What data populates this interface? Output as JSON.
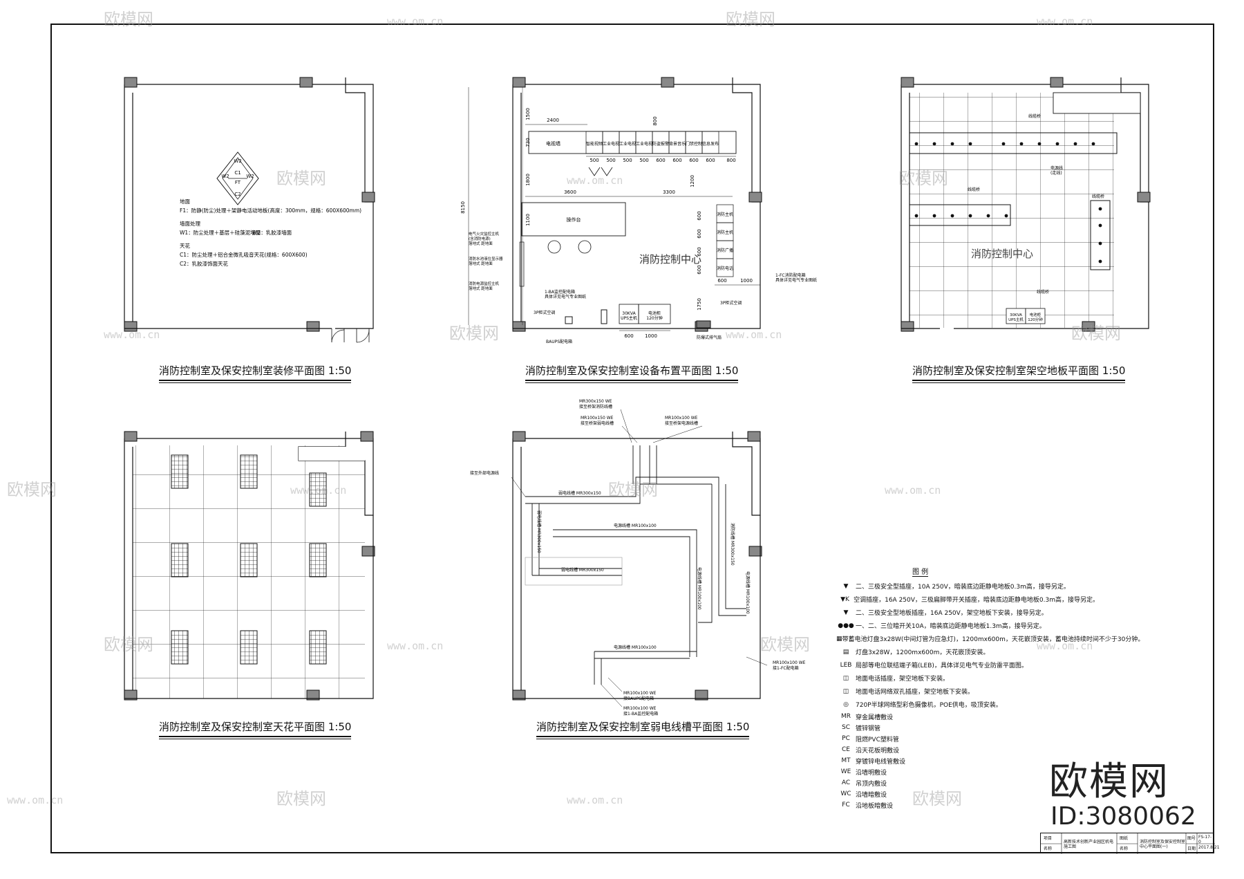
{
  "plan_titles": {
    "decoration": "消防控制室及保安控制室装修平面图  1:50",
    "equipment": "消防控制室及保安控制室设备布置平面图  1:50",
    "raised_floor": "消防控制室及保安控制室架空地板平面图  1:50",
    "ceiling": "消防控制室及保安控制室天花平面图  1:50",
    "weak_current": "消防控制室及保安控制室弱电线槽平面图  1:50"
  },
  "decoration_notes": {
    "floor_head": "地面",
    "floor_f1": "F1：防静(防尘)处理＋架静电活动地板(高度：300mm，规格：600X600mm)",
    "wall_head": "墙面处理",
    "wall_w1": "W1：防尘处理＋基层＋硅藻泥墙面",
    "wall_w2": "W2：乳胶漆墙面",
    "ceiling_head": "天花",
    "ceiling_c1": "C1：防尘处理＋铝合金微孔吸音天花(规格：600X600)",
    "ceiling_c2": "C2：乳胶漆饰面天花"
  },
  "compass": {
    "n": "C1",
    "c": "FT",
    "s": "C2",
    "w": "W2",
    "e": "W2",
    "nw": "W2",
    "ne": "W2"
  },
  "equipment": {
    "room_label": "消防控制中心",
    "tv_wall": "电视墙",
    "console": "操作台",
    "cabinets": [
      "智能视频",
      "工业电视",
      "工业电视",
      "工业电视",
      "防盗报警",
      "背景音乐",
      "门禁控制",
      "信息发布"
    ],
    "dims_top": [
      "500",
      "500",
      "500",
      "500",
      "600",
      "600",
      "600",
      "600",
      "800"
    ],
    "dim_2400": "2400",
    "dim_3600": "3600",
    "dim_3300": "3300",
    "dim_8150": "8150",
    "dim_1500": "1500",
    "dim_730": "730",
    "dim_1800": "1800",
    "dim_1100": "1100",
    "dim_800": "800",
    "dim_1200": "1200",
    "right_cabinets": [
      "消防主机",
      "消防主机",
      "消防广播",
      "消防电话"
    ],
    "right_dims": [
      "600",
      "600",
      "600",
      "600"
    ],
    "dim_600": "600",
    "dim_1000": "1000",
    "dim_1750": "1750",
    "left_panels": [
      "电气火灾监控主机\n(含消防电源)\n落地式 距地面",
      "消防水池液位显示器\n落地式 距地面",
      "消防电源监控主机\n落地式 距地面"
    ],
    "ups": "30KVA\nUPS主机",
    "battery": "电池柜\n120分钟",
    "label_1ba": "1-BA监控配电箱\n具体详见电气专业图纸",
    "label_1fc": "1-FC消防配电箱\n具体详见电气专业图纸",
    "label_3p_left": "3P柜式空调",
    "label_3p_right": "3P柜式空调",
    "label_baups": "BAUPS配电箱",
    "label_exhaust": "防爆式排气扇",
    "dims_bottom": [
      "600",
      "1000"
    ]
  },
  "raised_floor": {
    "room_label": "消防控制中心",
    "label_a": "线缆桥",
    "label_b": "线缆桥",
    "label_c": "线缆桥",
    "label_d": "电源线\n(走线)",
    "label_e": "线缆桥",
    "ups": "30KVA\nUPS主机",
    "battery": "电池柜\n120分钟"
  },
  "weak_current": {
    "top1": "MR300x150  WE",
    "top1b": "接至桥架消防线槽",
    "top2": "MR100x150  WE",
    "top2b": "接至桥架弱电线槽",
    "top3": "MR100x100  WE",
    "top3b": "接至桥架电源线槽",
    "left": "接至外部电源线",
    "tray1": "弱电线槽  MR300x150",
    "tray2": "电源线槽  MR100x100",
    "tray3": "弱电线槽  MR300x150",
    "tray4": "电源线槽  MR100x100",
    "vtray1": "弱电线槽  MR300x150",
    "vtray2": "消防线槽  MR300x150",
    "vtray3": "电源线槽  MR100x100",
    "vtray4": "电源线槽  MR100x100",
    "bottom1": "MR100x100  WE",
    "bottom1b": "接BAUPS配电箱",
    "bottom2": "MR100x100  WE",
    "bottom2b": "接1-BA监控配电箱",
    "right": "MR100x100  WE",
    "rightb": "接1-FC配电箱"
  },
  "legend": {
    "title": "图  例",
    "rows": [
      {
        "sym": "▼",
        "txt": "二、三极安全型插座，10A  250V，暗装底边距静电地板0.3m高，接导另定。"
      },
      {
        "sym": "▼K",
        "txt": "空调插座，16A  250V，三极扁脚带开关插座，暗装底边距静电地板0.3m高，接导另定。"
      },
      {
        "sym": "▼",
        "txt": "二、三极安全型地板插座，16A  250V，架空地板下安装，接导另定。"
      },
      {
        "sym": "●●●",
        "txt": "一、二、三位暗开关10A，暗装底边距静电地板1.3m高，接导另定。"
      },
      {
        "sym": "▦",
        "txt": "带蓄电池灯盘3x28W(中间灯管为应急灯)，1200mx600m，天花嵌顶安装，蓄电池持续时间不少于30分钟。"
      },
      {
        "sym": "▤",
        "txt": "灯盘3x28W，1200mx600m，天花嵌顶安装。"
      },
      {
        "sym": "LEB",
        "txt": "局部等电位联结端子箱(LEB)，具体详见电气专业防雷平面图。"
      },
      {
        "sym": "◫",
        "txt": "地面电话插座，架空地板下安装。"
      },
      {
        "sym": "◫",
        "txt": "地面电话网络双孔插座，架空地板下安装。"
      },
      {
        "sym": "◎",
        "txt": "720P半球网络型彩色摄像机，POE供电，吸顶安装。"
      },
      {
        "sym": "MR",
        "txt": "穿金属槽敷设"
      },
      {
        "sym": "SC",
        "txt": "镀锌钢管"
      },
      {
        "sym": "PC",
        "txt": "阻燃PVC塑料管"
      },
      {
        "sym": "CE",
        "txt": "沿天花板明敷设"
      },
      {
        "sym": "MT",
        "txt": "穿镀锌电线管敷设"
      },
      {
        "sym": "WE",
        "txt": "沿墙明敷设"
      },
      {
        "sym": "AC",
        "txt": "吊顶内敷设"
      },
      {
        "sym": "WC",
        "txt": "沿墙暗敷设"
      },
      {
        "sym": "FC",
        "txt": "沿地板暗敷设"
      }
    ]
  },
  "title_block": {
    "project_label": "项目",
    "project_value": "高新技术创新产业园区机电施工图",
    "name_label": "名称",
    "drawing_label": "图纸",
    "drawing_value": "消防控制室及保安控制室中心平面图(一)",
    "code_label": "图号",
    "code_value": "FS-17-0",
    "date_label": "日期",
    "date_value": "2017.8.21"
  },
  "watermarks": {
    "brand_cn": "欧模网",
    "url": "www.om.cn",
    "stamp_brand": "欧模网",
    "stamp_id": "ID:3080062"
  }
}
